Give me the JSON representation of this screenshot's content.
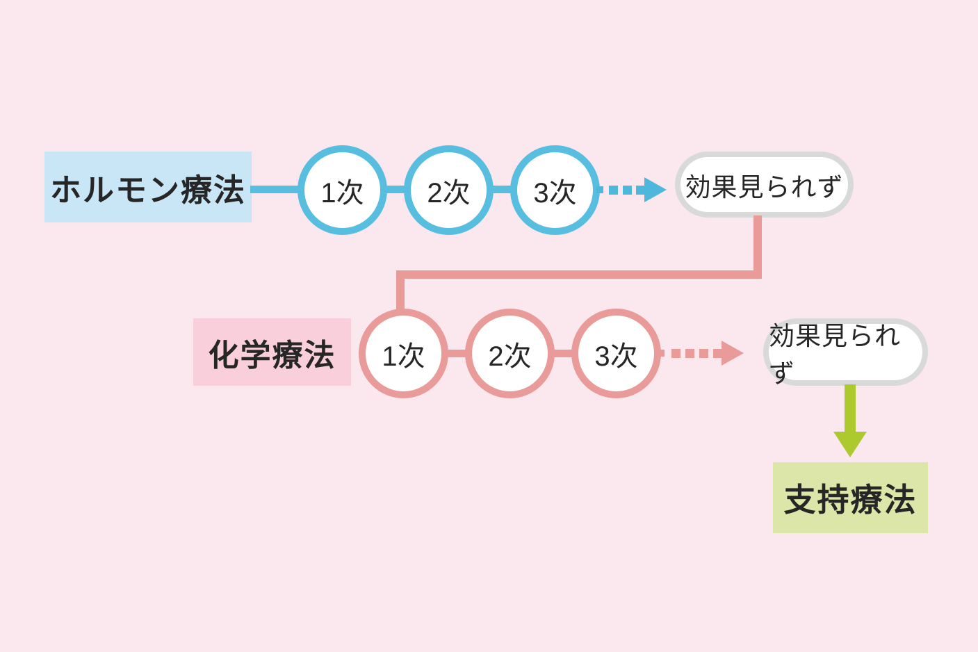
{
  "diagram": {
    "title_semantic": "treatment-sequence-flow",
    "background_color": "#fbe8ee",
    "text_color": "#262626",
    "result_border_color": "#d8dada",
    "rows": [
      {
        "label": "ホルモン療法",
        "steps": [
          "1次",
          "2次",
          "3次"
        ],
        "result": "効果見られず",
        "accent_color": "#57bedf",
        "label_fill": "#c9e6f6",
        "arrow_style": "dotted"
      },
      {
        "label": "化学療法",
        "steps": [
          "1次",
          "2次",
          "3次"
        ],
        "result": "効果見られず",
        "accent_color": "#e89b98",
        "label_fill": "#f8cfda",
        "arrow_style": "dotted"
      }
    ],
    "connector_color_row1_to_row2": "#e89b98",
    "final": {
      "label": "支持療法",
      "arrow_color": "#acc92d",
      "fill": "#dce6a8"
    }
  }
}
